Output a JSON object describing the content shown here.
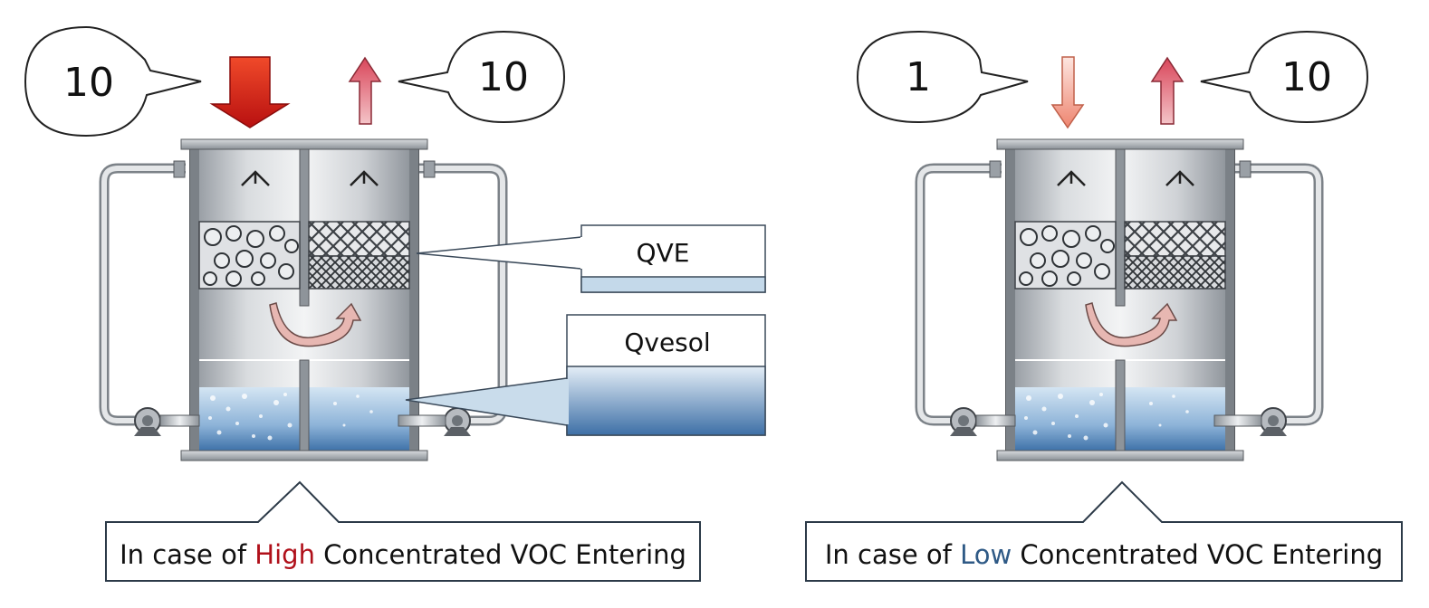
{
  "left_scenario": {
    "inlet_value": "10",
    "outlet_value": "10",
    "caption_prefix": "In case of ",
    "caption_highlight": "High",
    "caption_suffix": " Concentrated VOC Entering",
    "highlight_color": "#b0101a",
    "inlet_arrow_color": "#d41e1e"
  },
  "right_scenario": {
    "inlet_value": "1",
    "outlet_value": "10",
    "caption_prefix": "In case of ",
    "caption_highlight": "Low",
    "caption_suffix": " Concentrated VOC Entering",
    "highlight_color": "#2f5a86",
    "inlet_arrow_color": "#f09080"
  },
  "labels": {
    "packing_label": "QVE",
    "liquid_label": "Qvesol"
  },
  "colors": {
    "steel": "#b8bcc2",
    "water": "#5f8fc0",
    "outlet_arrow": "#e27a86",
    "recirc_arrow": "#e8b4b0"
  }
}
